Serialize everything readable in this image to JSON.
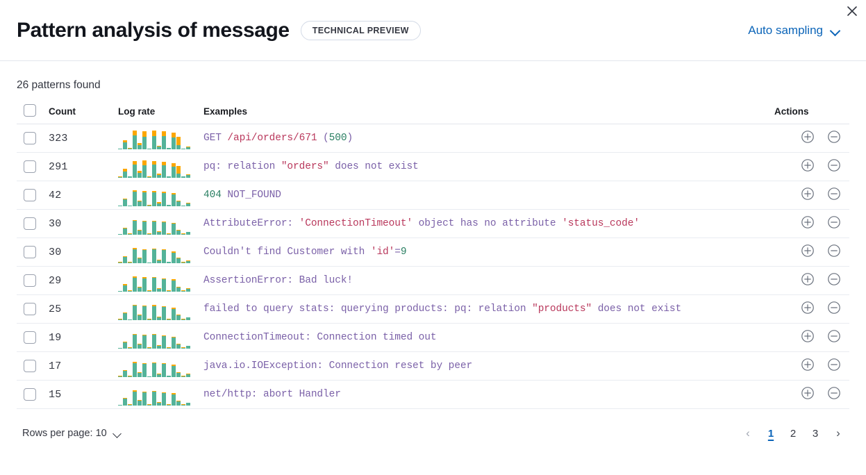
{
  "header": {
    "title": "Pattern analysis of message",
    "badge": "TECHNICAL PREVIEW",
    "sampling_label": "Auto sampling",
    "close_icon": "close-icon",
    "chevron_icon": "chevron-down-icon"
  },
  "summary": {
    "patterns_found": "26 patterns found"
  },
  "table": {
    "columns": {
      "select": "",
      "count": "Count",
      "log_rate": "Log rate",
      "examples": "Examples",
      "actions": "Actions"
    },
    "colors": {
      "bar_primary": "#54b399",
      "bar_secondary": "#fca700",
      "token_base": "#7b61a8",
      "token_string": "#b9385c",
      "token_number": "#2a7f62",
      "accent": "#0b64b8"
    },
    "rows": [
      {
        "count": "323",
        "example_parts": [
          {
            "text": "GET ",
            "type": "base"
          },
          {
            "text": "/api/orders/671",
            "type": "str"
          },
          {
            "text": " (",
            "type": "base"
          },
          {
            "text": "500",
            "type": "num"
          },
          {
            "text": ")",
            "type": "base"
          }
        ],
        "spark": [
          [
            3,
            0
          ],
          [
            30,
            12
          ],
          [
            4,
            1
          ],
          [
            62,
            22
          ],
          [
            20,
            8
          ],
          [
            55,
            27
          ],
          [
            3,
            1
          ],
          [
            60,
            25
          ],
          [
            12,
            4
          ],
          [
            58,
            23
          ],
          [
            5,
            1
          ],
          [
            52,
            22
          ],
          [
            18,
            38
          ],
          [
            4,
            0
          ],
          [
            10,
            4
          ]
        ]
      },
      {
        "count": "291",
        "example_parts": [
          {
            "text": "pq: relation ",
            "type": "base"
          },
          {
            "text": "\"orders\"",
            "type": "str"
          },
          {
            "text": " does not exist",
            "type": "base"
          }
        ],
        "spark": [
          [
            4,
            1
          ],
          [
            28,
            13
          ],
          [
            5,
            1
          ],
          [
            60,
            16
          ],
          [
            22,
            9
          ],
          [
            57,
            20
          ],
          [
            4,
            1
          ],
          [
            58,
            18
          ],
          [
            13,
            5
          ],
          [
            56,
            17
          ],
          [
            5,
            1
          ],
          [
            50,
            16
          ],
          [
            20,
            32
          ],
          [
            5,
            1
          ],
          [
            11,
            5
          ]
        ]
      },
      {
        "count": "42",
        "example_parts": [
          {
            "text": "404",
            "type": "num"
          },
          {
            "text": " NOT_FOUND",
            "type": "base"
          }
        ],
        "spark": [
          [
            4,
            0
          ],
          [
            30,
            4
          ],
          [
            3,
            1
          ],
          [
            66,
            5
          ],
          [
            22,
            3
          ],
          [
            62,
            7
          ],
          [
            4,
            1
          ],
          [
            64,
            4
          ],
          [
            14,
            4
          ],
          [
            60,
            5
          ],
          [
            5,
            1
          ],
          [
            52,
            9
          ],
          [
            22,
            3
          ],
          [
            4,
            0
          ],
          [
            12,
            4
          ]
        ]
      },
      {
        "count": "30",
        "example_parts": [
          {
            "text": "AttributeError: ",
            "type": "base"
          },
          {
            "text": "'ConnectionTimeout'",
            "type": "str"
          },
          {
            "text": " object has no attribute ",
            "type": "base"
          },
          {
            "text": "'status_code'",
            "type": "str"
          }
        ],
        "spark": [
          [
            3,
            1
          ],
          [
            28,
            3
          ],
          [
            4,
            1
          ],
          [
            62,
            4
          ],
          [
            20,
            3
          ],
          [
            58,
            4
          ],
          [
            4,
            1
          ],
          [
            60,
            4
          ],
          [
            13,
            3
          ],
          [
            57,
            3
          ],
          [
            4,
            1
          ],
          [
            50,
            4
          ],
          [
            20,
            3
          ],
          [
            4,
            1
          ],
          [
            11,
            3
          ]
        ]
      },
      {
        "count": "30",
        "example_parts": [
          {
            "text": "Couldn't find Customer with ",
            "type": "base"
          },
          {
            "text": "'id'",
            "type": "str"
          },
          {
            "text": "=",
            "type": "base"
          },
          {
            "text": "9",
            "type": "num"
          }
        ],
        "spark": [
          [
            4,
            1
          ],
          [
            27,
            5
          ],
          [
            4,
            1
          ],
          [
            64,
            6
          ],
          [
            21,
            3
          ],
          [
            59,
            3
          ],
          [
            3,
            1
          ],
          [
            61,
            4
          ],
          [
            12,
            3
          ],
          [
            58,
            4
          ],
          [
            5,
            1
          ],
          [
            48,
            6
          ],
          [
            21,
            3
          ],
          [
            4,
            1
          ],
          [
            10,
            3
          ]
        ]
      },
      {
        "count": "29",
        "example_parts": [
          {
            "text": "AssertionError: Bad luck!",
            "type": "base"
          }
        ],
        "spark": [
          [
            3,
            1
          ],
          [
            29,
            4
          ],
          [
            4,
            1
          ],
          [
            63,
            5
          ],
          [
            19,
            3
          ],
          [
            60,
            5
          ],
          [
            4,
            1
          ],
          [
            62,
            4
          ],
          [
            13,
            3
          ],
          [
            56,
            4
          ],
          [
            4,
            1
          ],
          [
            51,
            5
          ],
          [
            19,
            3
          ],
          [
            4,
            1
          ],
          [
            12,
            4
          ]
        ]
      },
      {
        "count": "25",
        "example_parts": [
          {
            "text": "failed to query stats: querying products: pq: relation ",
            "type": "base"
          },
          {
            "text": "\"products\"",
            "type": "str"
          },
          {
            "text": " does not exist",
            "type": "base"
          }
        ],
        "spark": [
          [
            4,
            1
          ],
          [
            30,
            4
          ],
          [
            3,
            1
          ],
          [
            65,
            5
          ],
          [
            21,
            3
          ],
          [
            61,
            4
          ],
          [
            4,
            1
          ],
          [
            63,
            5
          ],
          [
            14,
            3
          ],
          [
            58,
            4
          ],
          [
            4,
            1
          ],
          [
            50,
            5
          ],
          [
            21,
            3
          ],
          [
            4,
            1
          ],
          [
            11,
            3
          ]
        ]
      },
      {
        "count": "19",
        "example_parts": [
          {
            "text": "ConnectionTimeout: Connection timed out",
            "type": "base"
          }
        ],
        "spark": [
          [
            3,
            1
          ],
          [
            28,
            4
          ],
          [
            4,
            1
          ],
          [
            62,
            5
          ],
          [
            20,
            3
          ],
          [
            59,
            4
          ],
          [
            4,
            1
          ],
          [
            61,
            4
          ],
          [
            12,
            3
          ],
          [
            57,
            4
          ],
          [
            4,
            1
          ],
          [
            49,
            4
          ],
          [
            20,
            3
          ],
          [
            4,
            1
          ],
          [
            11,
            3
          ]
        ]
      },
      {
        "count": "17",
        "example_parts": [
          {
            "text": "java.io.IOException: Connection reset by peer",
            "type": "base"
          }
        ],
        "spark": [
          [
            4,
            1
          ],
          [
            27,
            4
          ],
          [
            4,
            1
          ],
          [
            64,
            6
          ],
          [
            20,
            3
          ],
          [
            58,
            4
          ],
          [
            3,
            1
          ],
          [
            62,
            5
          ],
          [
            13,
            3
          ],
          [
            59,
            4
          ],
          [
            5,
            1
          ],
          [
            50,
            5
          ],
          [
            20,
            3
          ],
          [
            4,
            1
          ],
          [
            12,
            4
          ]
        ]
      },
      {
        "count": "15",
        "example_parts": [
          {
            "text": "net/http: abort Handler",
            "type": "base"
          }
        ],
        "spark": [
          [
            3,
            1
          ],
          [
            30,
            5
          ],
          [
            4,
            1
          ],
          [
            63,
            5
          ],
          [
            21,
            3
          ],
          [
            60,
            4
          ],
          [
            4,
            1
          ],
          [
            62,
            5
          ],
          [
            13,
            3
          ],
          [
            57,
            4
          ],
          [
            4,
            1
          ],
          [
            51,
            5
          ],
          [
            20,
            3
          ],
          [
            4,
            1
          ],
          [
            11,
            3
          ]
        ]
      }
    ],
    "row_actions": {
      "add_icon": "plus-in-circle-icon",
      "remove_icon": "minus-in-circle-icon"
    }
  },
  "footer": {
    "rows_per_page_label": "Rows per page: 10",
    "prev_label": "‹",
    "next_label": "›",
    "pages": [
      "1",
      "2",
      "3"
    ],
    "active_page": "1"
  }
}
